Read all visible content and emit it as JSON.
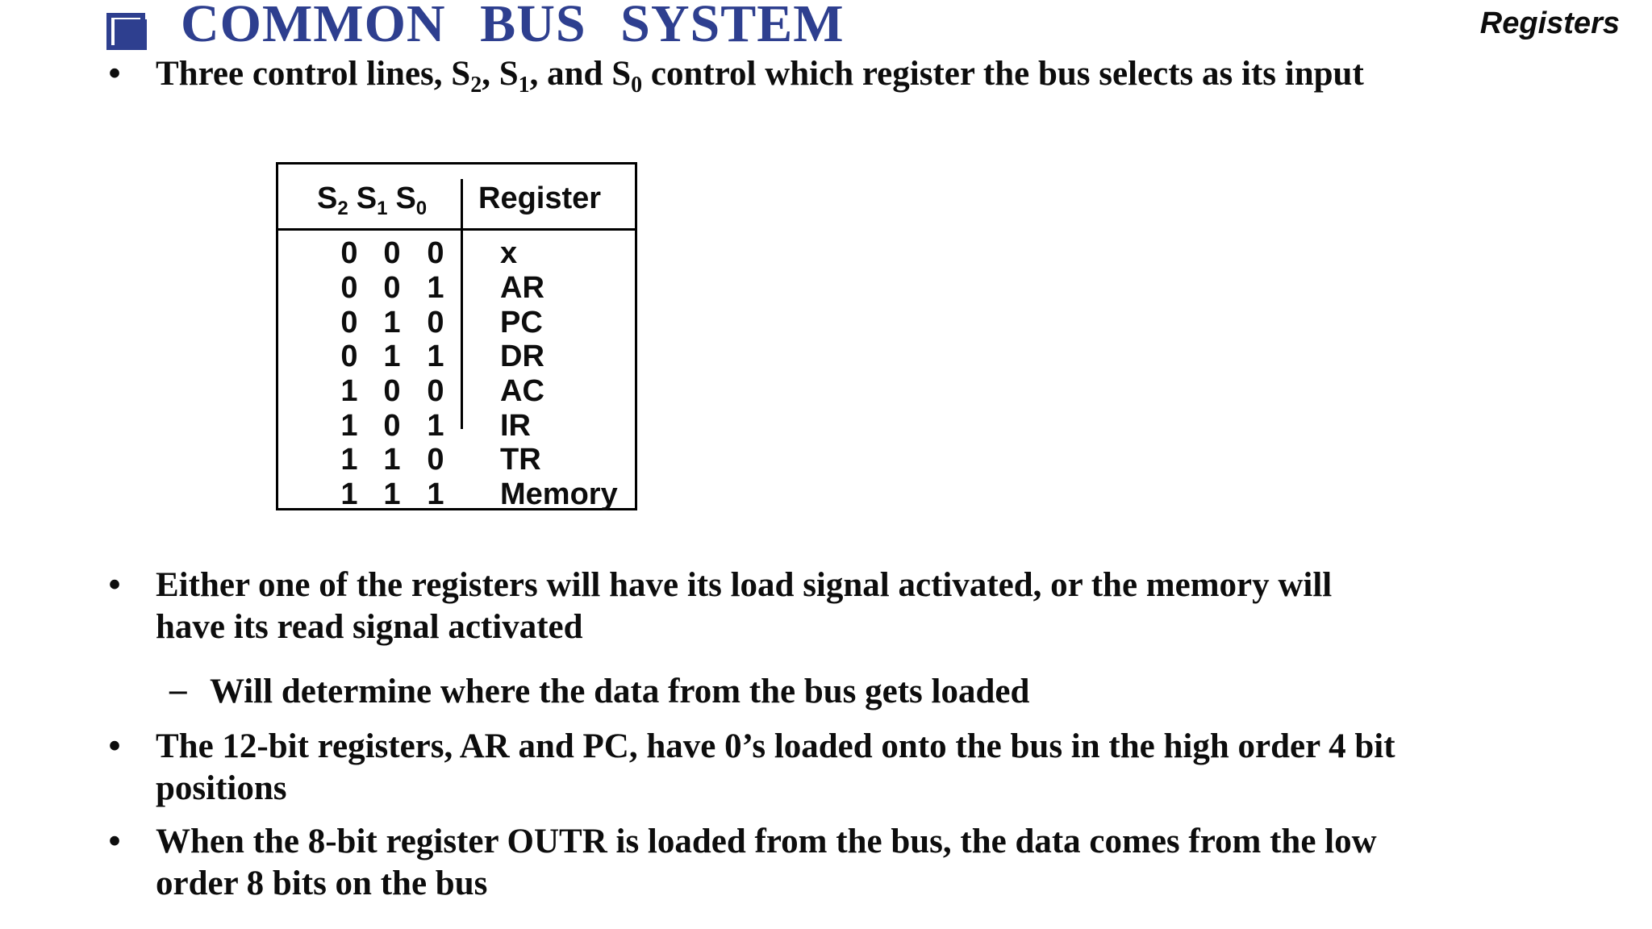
{
  "page": {
    "background": "#ffffff",
    "accent_blue": "#2e3f8f",
    "text_color": "#0d0d0d"
  },
  "header": {
    "title": "COMMON BUS SYSTEM",
    "corner_label": "Registers",
    "title_bullet_icon": "shadowed-square"
  },
  "intro": {
    "marker": "•",
    "seg_pre": "Three control lines, S",
    "sub_2": "2",
    "seg_mid1": ", S",
    "sub_1": "1",
    "seg_mid2": ", and S",
    "sub_0": "0",
    "seg_post": " control which register the bus selects as its input"
  },
  "select_table": {
    "header": {
      "s_cols": [
        {
          "base": "S",
          "sub": "2"
        },
        {
          "base": "S",
          "sub": "1"
        },
        {
          "base": "S",
          "sub": "0"
        }
      ],
      "register_col": "Register"
    },
    "rows": [
      {
        "s2": "0",
        "s1": "0",
        "s0": "0",
        "register": "x"
      },
      {
        "s2": "0",
        "s1": "0",
        "s0": "1",
        "register": "AR"
      },
      {
        "s2": "0",
        "s1": "1",
        "s0": "0",
        "register": "PC"
      },
      {
        "s2": "0",
        "s1": "1",
        "s0": "1",
        "register": "DR"
      },
      {
        "s2": "1",
        "s1": "0",
        "s0": "0",
        "register": "AC"
      },
      {
        "s2": "1",
        "s1": "0",
        "s0": "1",
        "register": "IR"
      },
      {
        "s2": "1",
        "s1": "1",
        "s0": "0",
        "register": "TR"
      },
      {
        "s2": "1",
        "s1": "1",
        "s0": "1",
        "register": "Memory"
      }
    ]
  },
  "bullets": {
    "marker": "•",
    "sub_marker": "–",
    "b2_line1": "Either one of the registers will have its load signal activated, or the memory will",
    "b2_line2": "have its read signal activated",
    "sub_text": "Will determine where the data from the bus gets loaded",
    "b3_line1": "The 12-bit registers, AR and PC, have 0’s loaded onto the bus in the high order 4 bit",
    "b3_line2": "positions",
    "b4_line1": "When the 8-bit register OUTR is loaded from the bus, the data comes from the low",
    "b4_line2": "order 8 bits on the bus"
  }
}
